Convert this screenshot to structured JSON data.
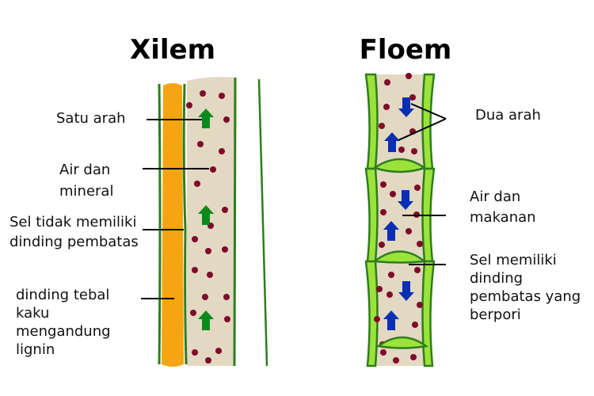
{
  "xylem": {
    "title": "Xilem",
    "labels": {
      "direction": "Satu arah",
      "content": [
        "Air dan",
        "mineral"
      ],
      "wall": [
        "Sel tidak memiliki",
        "dinding pembatas"
      ],
      "thick": [
        "dinding tebal",
        "kaku",
        "mengandung",
        "lignin"
      ]
    }
  },
  "phloem": {
    "title": "Floem",
    "labels": {
      "direction": "Dua arah",
      "content": [
        "Air dan",
        "makanan"
      ],
      "wall": [
        "Sel memiliki",
        "dinding",
        "pembatas yang",
        "berpori"
      ]
    }
  },
  "colors": {
    "lignin": "#f5a511",
    "cell": "#e3d8c2",
    "wall": "#2e7d1f",
    "dot": "#7e0a2a",
    "xylem_arrow": "#0b8a1c",
    "phloem_arrow": "#0a2fb5",
    "plate": "#9be33a"
  }
}
